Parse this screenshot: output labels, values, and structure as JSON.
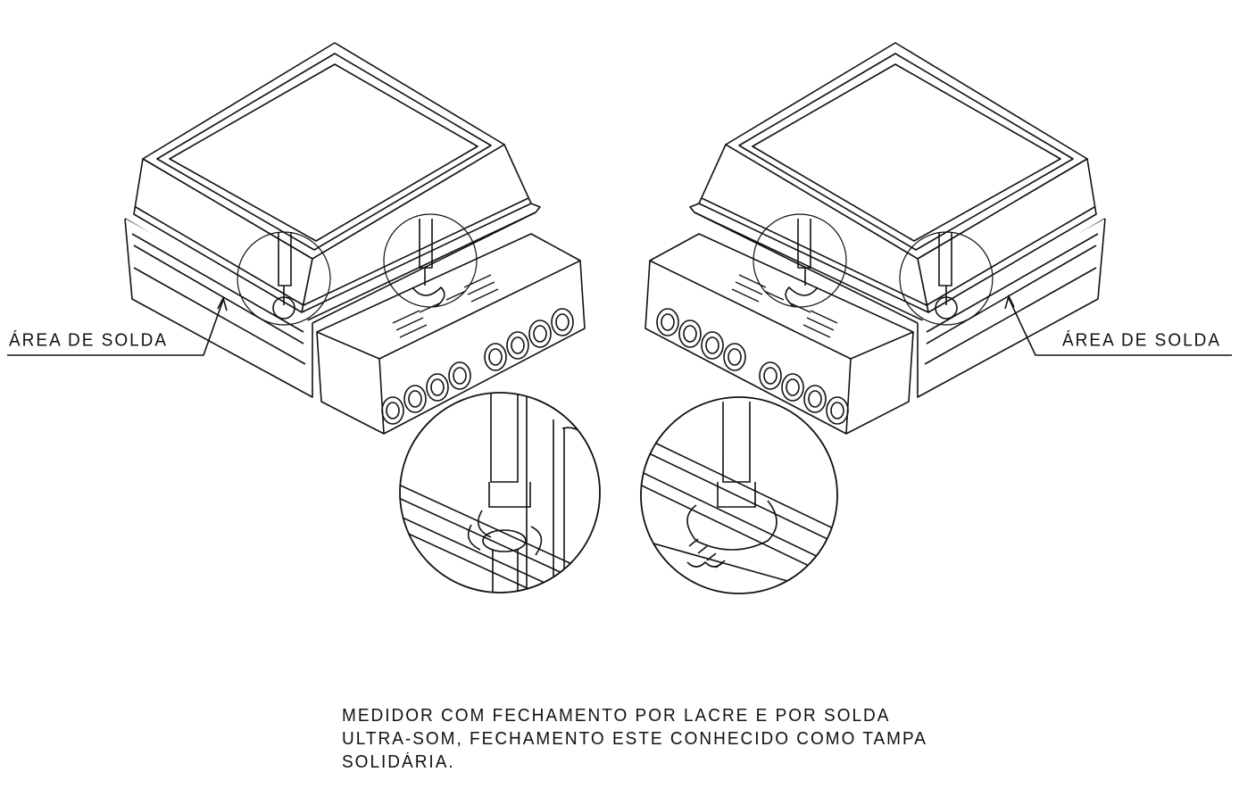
{
  "labels": {
    "left_callout": "ÁREA DE SOLDA",
    "right_callout": "ÁREA DE SOLDA"
  },
  "caption": {
    "line1": "MEDIDOR COM FECHAMENTO POR LACRE E POR SOLDA",
    "line2": "ULTRA-SOM, FECHAMENTO ESTE CONHECIDO COMO TAMPA",
    "line3": "SOLIDÁRIA."
  },
  "colors": {
    "line": "#111111",
    "background": "#ffffff"
  }
}
